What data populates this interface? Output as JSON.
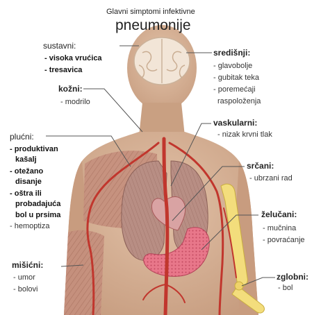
{
  "title": {
    "line1": "Glavni simptomi infektivne",
    "line2": "pneumonije"
  },
  "groups": {
    "sustavni": {
      "heading": "sustavni:",
      "items": [
        "- visoka vrućica",
        "- tresavica"
      ]
    },
    "kozni": {
      "heading": "kožni:",
      "items": [
        "- modrilo"
      ]
    },
    "plucni": {
      "heading": "plućni:",
      "items": [
        "- produktivan",
        "kašalj",
        "- otežano",
        "disanje",
        "- oštra ili",
        "probadajuća",
        "bol u prsima",
        "- hemoptiza"
      ]
    },
    "misicni": {
      "heading": "mišićni:",
      "items": [
        "- umor",
        "- bolovi"
      ]
    },
    "sredisnji": {
      "heading": "središnji:",
      "items": [
        "- glavobolje",
        "- gubitak teka",
        "- poremećaji",
        "raspoloženja"
      ]
    },
    "vaskularni": {
      "heading": "vaskularni:",
      "items": [
        "- nizak krvni tlak"
      ]
    },
    "srcani": {
      "heading": "srčani:",
      "items": [
        "- ubrzani rad"
      ]
    },
    "zelucani": {
      "heading": "želučani:",
      "items": [
        "- mučnina",
        "- povraćanje"
      ]
    },
    "zglobni": {
      "heading": "zglobni:",
      "items": [
        "- bol"
      ]
    }
  },
  "colors": {
    "skin": "#d9b59a",
    "skin_shade": "#c99f82",
    "brain": "#f1e4d6",
    "lungs": "#b58a7f",
    "heart": "#c44f4f",
    "vessel": "#c1362d",
    "stomach": "#e36a7d",
    "bone": "#f4e08a",
    "leader_line": "#555555"
  }
}
